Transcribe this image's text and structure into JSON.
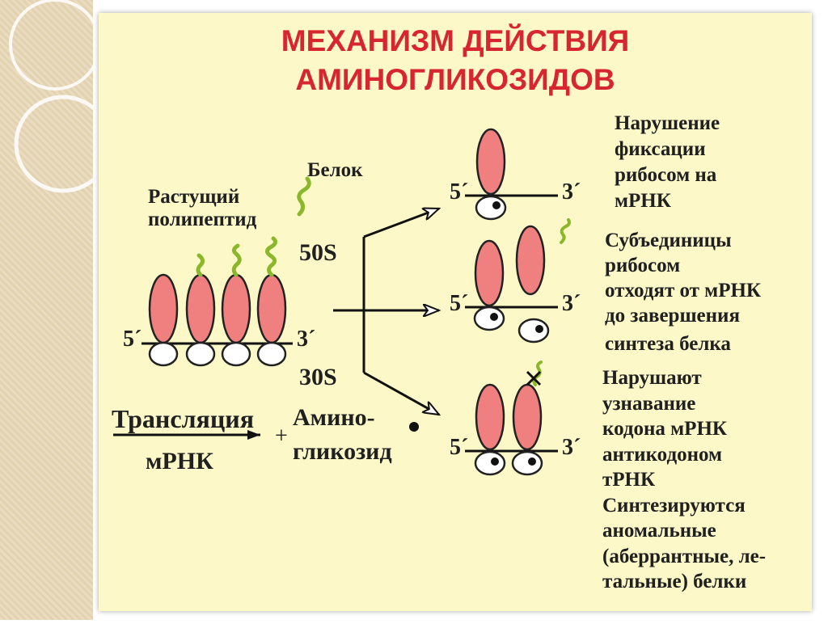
{
  "title": {
    "line1": "МЕХАНИЗМ ДЕЙСТВИЯ",
    "line2": "АМИНОГЛИКОЗИДОВ"
  },
  "left": {
    "protein": "Белок",
    "growing_line1": "Растущий",
    "growing_line2": "полипептид",
    "subunit_large": "50S",
    "subunit_small": "30S",
    "end5": "5´",
    "end3": "3´",
    "translation": "Трансляция",
    "mrna": "мРНК",
    "plus": "+",
    "aminoglycoside_line1": "Амино-",
    "aminoglycoside_line2": "гликозид"
  },
  "outcomes": [
    {
      "end5": "5´",
      "end3": "3´",
      "lines": [
        "Нарушение",
        "фиксации",
        "рибосом на",
        "мРНК"
      ]
    },
    {
      "end5": "5´",
      "end3": "3´",
      "lines": [
        "Субъединицы",
        "рибосом",
        "отходят от мРНК",
        "до завершения",
        "синтеза белка"
      ]
    },
    {
      "end5": "5´",
      "end3": "3´",
      "lines": [
        "Нарушают",
        "узнавание",
        "кодона мРНК",
        "антикодоном",
        "тРНК",
        "Синтезируются",
        "аномальные",
        "(аберрантные, ле-",
        "тальные) белки"
      ]
    }
  ],
  "colors": {
    "title": "#d8262e",
    "ribosome_large": "#f08080",
    "peptide": "#8ab82a",
    "slide_bg": "#fcf8c8"
  }
}
